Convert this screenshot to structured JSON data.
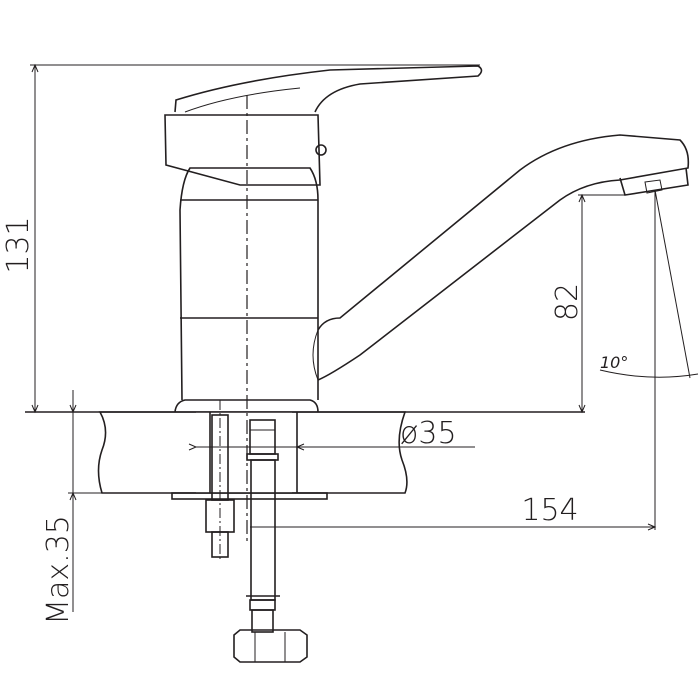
{
  "dimensions": {
    "height_total": "131",
    "spout_height": "82",
    "angle": "10°",
    "hole_diameter": "ø35",
    "spout_reach": "154",
    "max_thickness": "Max.35"
  }
}
